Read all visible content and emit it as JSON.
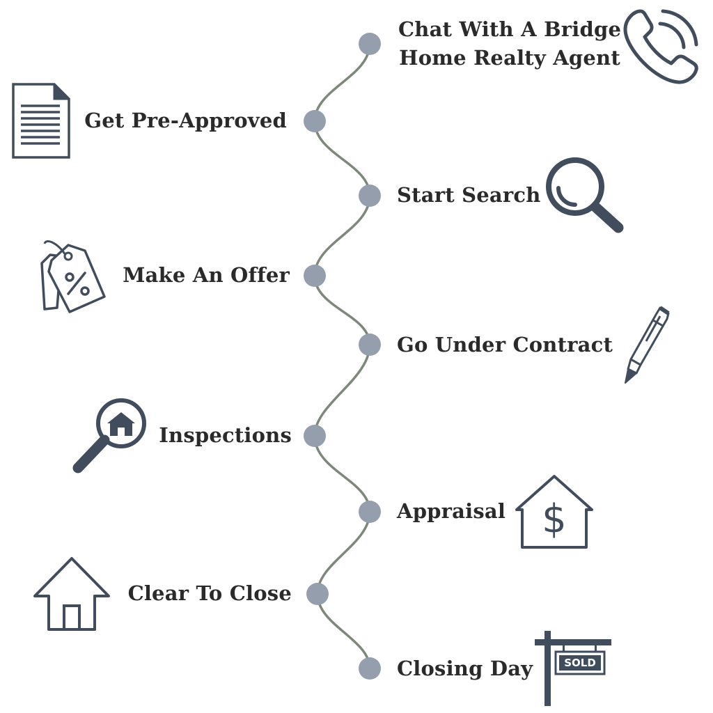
{
  "steps": [
    {
      "label": "Chat With A Bridge\nHome Realty Agent",
      "icon": "phone-icon"
    },
    {
      "label": "Get Pre-Approved",
      "icon": "document-icon"
    },
    {
      "label": "Start Search",
      "icon": "magnifier-icon"
    },
    {
      "label": "Make An Offer",
      "icon": "price-tags-icon"
    },
    {
      "label": "Go Under Contract",
      "icon": "pen-icon"
    },
    {
      "label": "Inspections",
      "icon": "house-inspection-icon"
    },
    {
      "label": "Appraisal",
      "icon": "house-dollar-icon"
    },
    {
      "label": "Clear To Close",
      "icon": "house-icon"
    },
    {
      "label": "Closing Day",
      "icon": "sold-sign-icon"
    }
  ],
  "signs": {
    "sold_text": "SOLD"
  },
  "colors": {
    "node": "#949ead",
    "connector": "#7d877a",
    "icon": "#414d5c",
    "text": "#2a2a2a"
  }
}
